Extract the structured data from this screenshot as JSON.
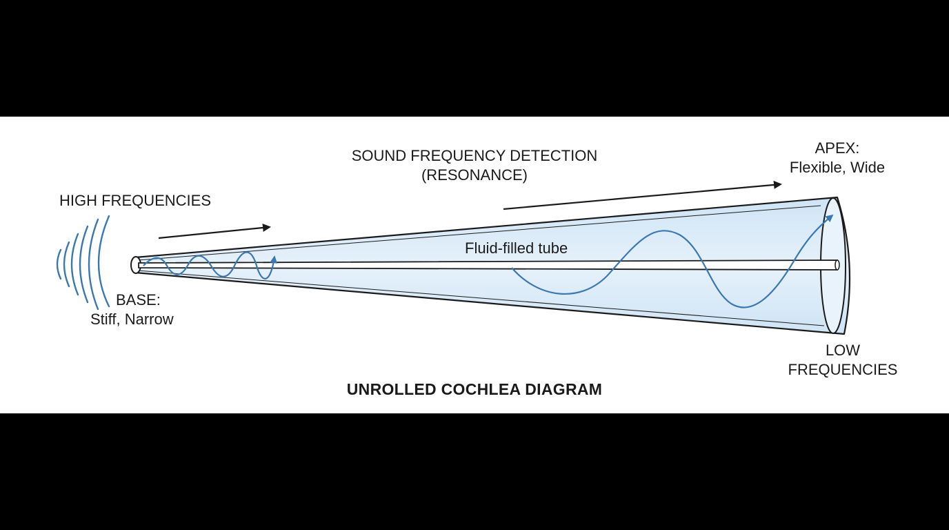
{
  "title": "UNROLLED COCHLEA DIAGRAM",
  "labels": {
    "detection": {
      "line1": "SOUND FREQUENCY DETECTION",
      "line2": "(RESONANCE)"
    },
    "high": "HIGH FREQUENCIES",
    "base": {
      "line1": "BASE:",
      "line2": "Stiff, Narrow"
    },
    "apex": {
      "line1": "APEX:",
      "line2": "Flexible, Wide"
    },
    "tube": "Fluid-filled tube",
    "low": {
      "line1": "LOW",
      "line2": "FREQUENCIES"
    }
  },
  "colors": {
    "background": "#000000",
    "panel": "#ffffff",
    "tube_fill": "#dcecf8",
    "tube_stroke": "#1a1a1a",
    "wave": "#3a78b0",
    "text": "#1a1a1a"
  }
}
